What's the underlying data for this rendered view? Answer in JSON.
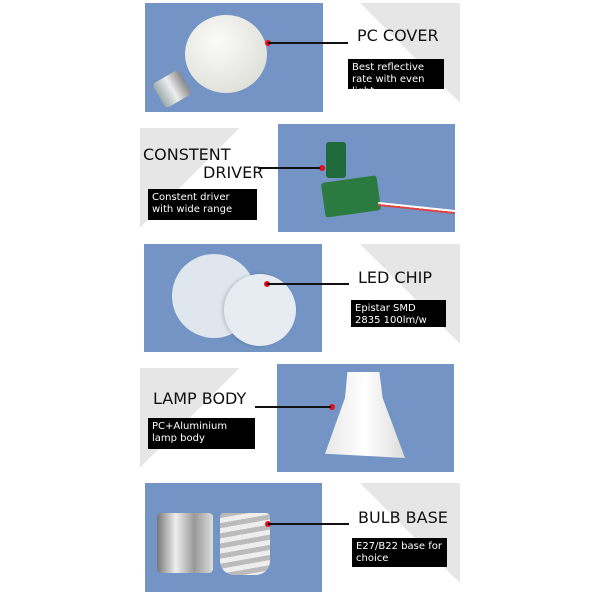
{
  "sections": [
    {
      "title": "PC COVER",
      "caption": "Best reflective rate with even light"
    },
    {
      "title_line1": "CONSTENT",
      "title_line2": "DRIVER",
      "caption": "Constent driver with wide range"
    },
    {
      "title": "LED CHIP",
      "caption": "Epistar SMD 2835 100lm/w"
    },
    {
      "title": "LAMP BODY",
      "caption": "PC+Aluminium lamp body"
    },
    {
      "title": "BULB BASE",
      "caption": "E27/B22 base for choice"
    }
  ],
  "colors": {
    "photo_bg": "#7394c4",
    "dot": "#e0101a",
    "caption_bg": "#000000"
  }
}
